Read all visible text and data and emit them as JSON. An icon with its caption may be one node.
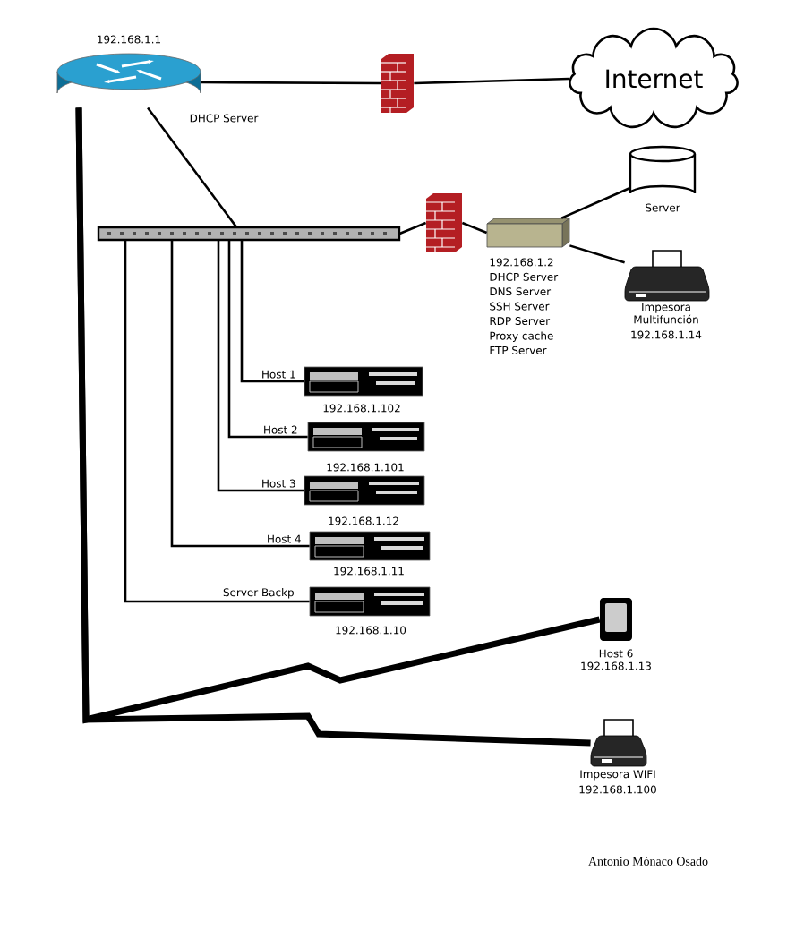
{
  "diagram": {
    "nodes": [
      {
        "text": [
          "192.168.1.1",
          "DHCP Server"
        ]
      },
      {
        "text": [],
        "shape": "wall"
      },
      {
        "text": [
          "Internet"
        ]
      },
      {
        "text": [],
        "shape": "bar"
      },
      {
        "text": [],
        "shape": "wall"
      },
      {
        "text": [],
        "shape": "box",
        "beside": [
          "192.168.1.2",
          "DHCP Server",
          "DNS Server",
          "SSH Server",
          "RDP Server",
          "Proxy cache",
          "FTP Server"
        ]
      },
      {
        "text": [
          "Server"
        ]
      },
      {
        "text": [
          "Impesora Multifunción",
          "192.168.1.14"
        ]
      },
      {
        "text": [
          "Host 1",
          "192.168.1.102"
        ]
      },
      {
        "text": [
          "Host 2",
          "192.168.1.101"
        ]
      },
      {
        "text": [
          "Host 3",
          "192.168.1.12"
        ]
      },
      {
        "text": [
          "Host 4",
          "192.168.1.11"
        ]
      },
      {
        "text": [
          "Server Backp",
          "192.168.1.10"
        ]
      },
      {
        "text": [
          "Host 6",
          "192.168.1.13"
        ]
      },
      {
        "text": [
          "Impesora WIFI",
          "192.168.1.100"
        ]
      }
    ],
    "edges": [
      {
        "from": 0,
        "to": 1,
        "arrow": "none"
      },
      {
        "from": 1,
        "to": 2,
        "arrow": "none"
      },
      {
        "from": 0,
        "to": 3,
        "arrow": "none"
      },
      {
        "from": 3,
        "to": 4,
        "arrow": "none"
      },
      {
        "from": 4,
        "to": 5,
        "arrow": "none"
      },
      {
        "from": 5,
        "to": 6,
        "arrow": "none"
      },
      {
        "from": 5,
        "to": 7,
        "arrow": "none"
      },
      {
        "from": 3,
        "to": 8,
        "arrow": "none"
      },
      {
        "from": 3,
        "to": 9,
        "arrow": "none"
      },
      {
        "from": 3,
        "to": 10,
        "arrow": "none"
      },
      {
        "from": 3,
        "to": 11,
        "arrow": "none"
      },
      {
        "from": 3,
        "to": 12,
        "arrow": "none"
      },
      {
        "from": 0,
        "to": 13,
        "arrow": "none",
        "style": "thick"
      },
      {
        "from": 0,
        "to": 14,
        "arrow": "none",
        "style": "thick"
      }
    ],
    "labels": [
      "Antonio Mónaco Osado"
    ]
  }
}
